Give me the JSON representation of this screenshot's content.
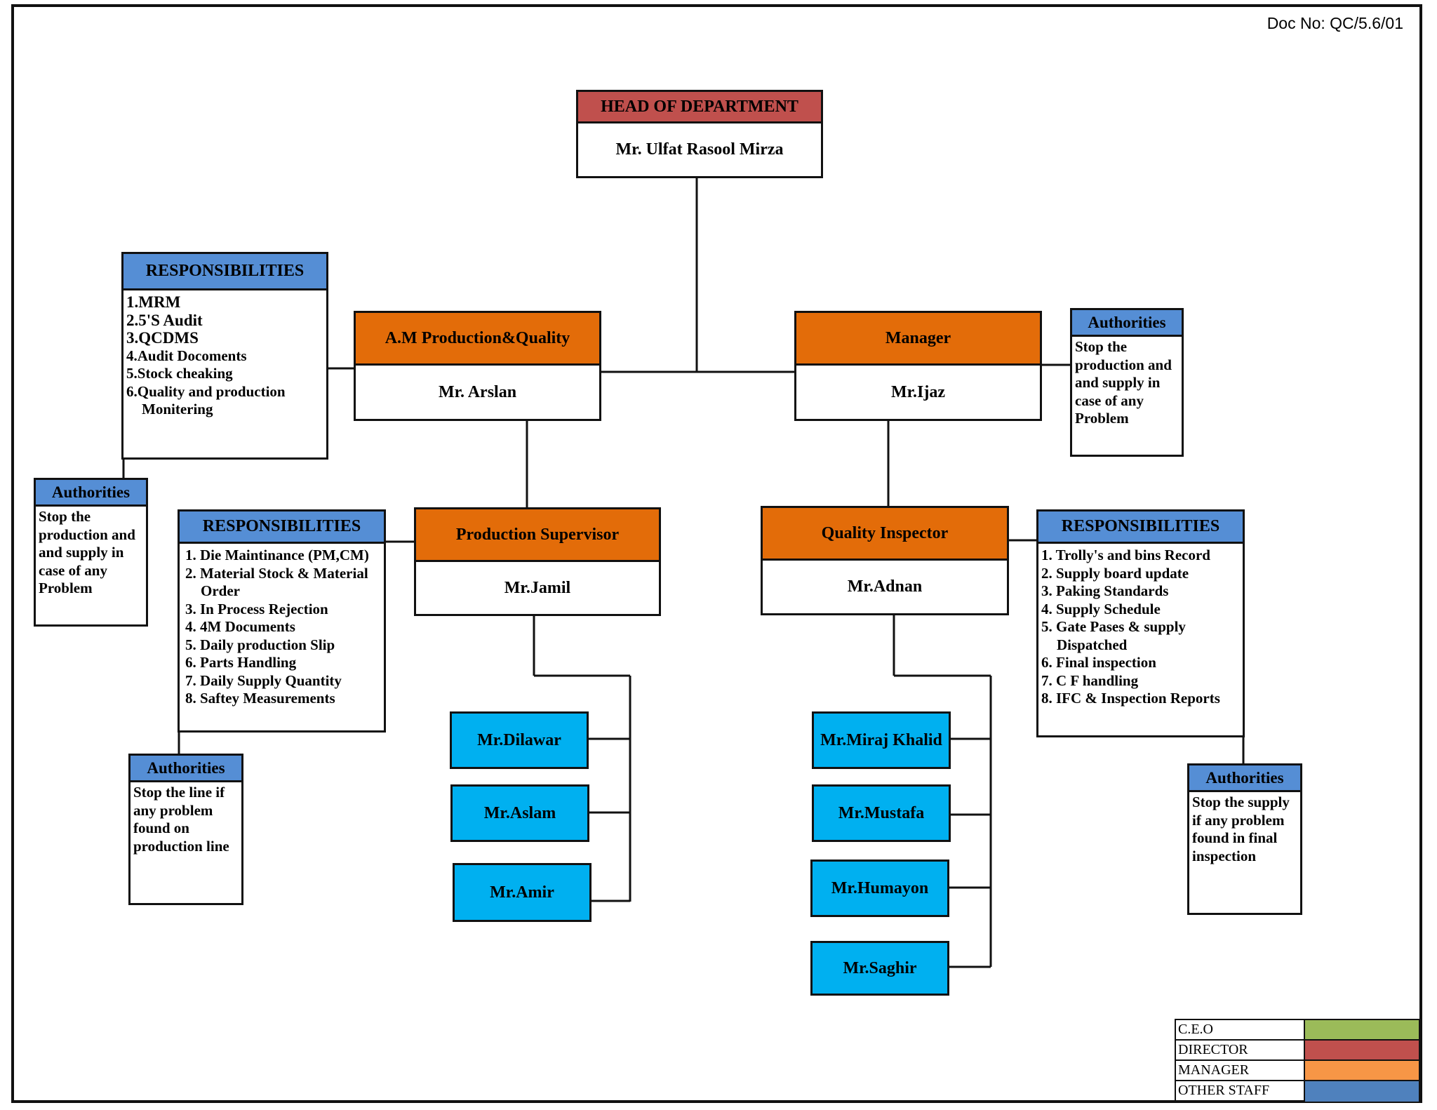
{
  "doc_no": "Doc No: QC/5.6/01",
  "head": {
    "title": "HEAD OF DEPARTMENT",
    "name": "Mr. Ulfat Rasool Mirza"
  },
  "am": {
    "title": "A.M Production&Quality",
    "name": "Mr. Arslan"
  },
  "manager": {
    "title": "Manager",
    "name": "Mr.Ijaz"
  },
  "supervisor": {
    "title": "Production Supervisor",
    "name": "Mr.Jamil"
  },
  "inspector": {
    "title": "Quality Inspector",
    "name": "Mr.Adnan"
  },
  "am_resp": {
    "title": "RESPONSIBILITIES",
    "items": [
      "1.MRM",
      "2.5'S Audit",
      "3.QCDMS",
      "4.Audit Docoments",
      "5.Stock cheaking",
      "6.Quality and production Monitering"
    ]
  },
  "am_auth": {
    "title": "Authorities",
    "text": "Stop the production and and supply in case of any Problem"
  },
  "mgr_auth": {
    "title": "Authorities",
    "text": "Stop the production and and supply in case of any Problem"
  },
  "sup_resp": {
    "title": "RESPONSIBILITIES",
    "items": [
      "1. Die Maintinance (PM,CM)",
      "2. Material Stock & Material Order",
      "3. In Process Rejection",
      "4. 4M Documents",
      "5. Daily production Slip",
      "6. Parts Handling",
      "7. Daily Supply Quantity",
      "8. Saftey Measurements"
    ]
  },
  "sup_auth": {
    "title": "Authorities",
    "text": "Stop the line if any problem found on production line"
  },
  "insp_resp": {
    "title": "RESPONSIBILITIES",
    "items": [
      "1. Trolly's and bins Record",
      "2. Supply board update",
      "3. Paking Standards",
      "4. Supply Schedule",
      "5. Gate Pases & supply Dispatched",
      "6. Final inspection",
      "7. C F handling",
      "8. IFC & Inspection Reports"
    ]
  },
  "insp_auth": {
    "title": "Authorities",
    "text": "Stop the supply if any problem found in final inspection"
  },
  "sup_staff": [
    "Mr.Dilawar",
    "Mr.Aslam",
    "Mr.Amir"
  ],
  "insp_staff": [
    "Mr.Miraj Khalid",
    "Mr.Mustafa",
    "Mr.Humayon",
    "Mr.Saghir"
  ],
  "legend": [
    {
      "label": "C.E.O",
      "color": "#9bbb59"
    },
    {
      "label": "DIRECTOR",
      "color": "#c0504d"
    },
    {
      "label": "MANAGER",
      "color": "#f79646"
    },
    {
      "label": "OTHER STAFF",
      "color": "#4f81bd"
    }
  ],
  "colors": {
    "director": "#c0504d",
    "manager": "#e36c09",
    "other_staff_header": "#558ed5",
    "staff": "#00b0f0"
  }
}
